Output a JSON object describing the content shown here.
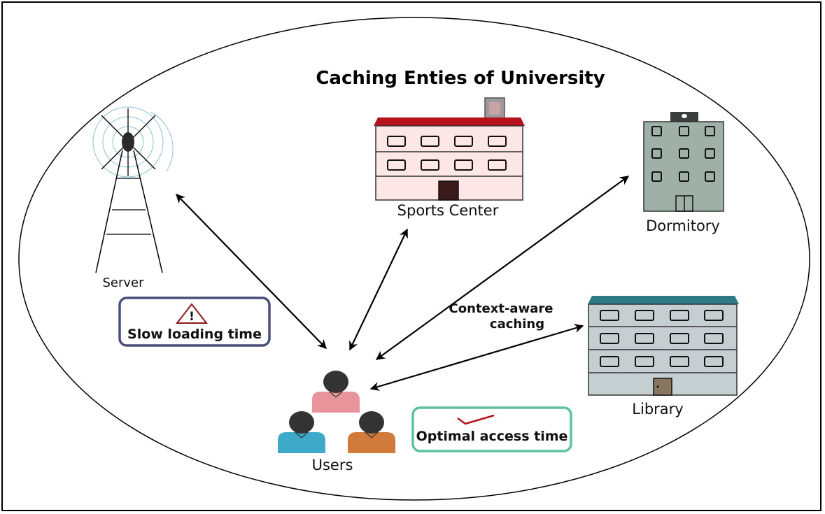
{
  "title": "Caching Enties of University",
  "nodes": {
    "server": "Server",
    "sports_center": "Sports Center",
    "dormitory": "Dormitory",
    "library": "Library",
    "users": "Users"
  },
  "callouts": {
    "slow": "Slow loading time",
    "slow_icon": "warning-triangle-icon",
    "optimal": "Optimal access time",
    "optimal_icon": "checkmark-icon",
    "context_line1": "Context-aware",
    "context_line2": "caching"
  },
  "colors": {
    "slow_border": "#4a4f7a",
    "optimal_border": "#5cc29a",
    "warning": "#8b1a1a",
    "sports_roof": "#b5121b",
    "sports_wall": "#fde6e6",
    "dorm_wall": "#9fb0a8",
    "library_roof": "#2e7b85",
    "library_wall": "#c5cfd1",
    "user_pink": "#e8949a",
    "user_blue": "#3ea9c9",
    "user_orange": "#d07a3c"
  }
}
